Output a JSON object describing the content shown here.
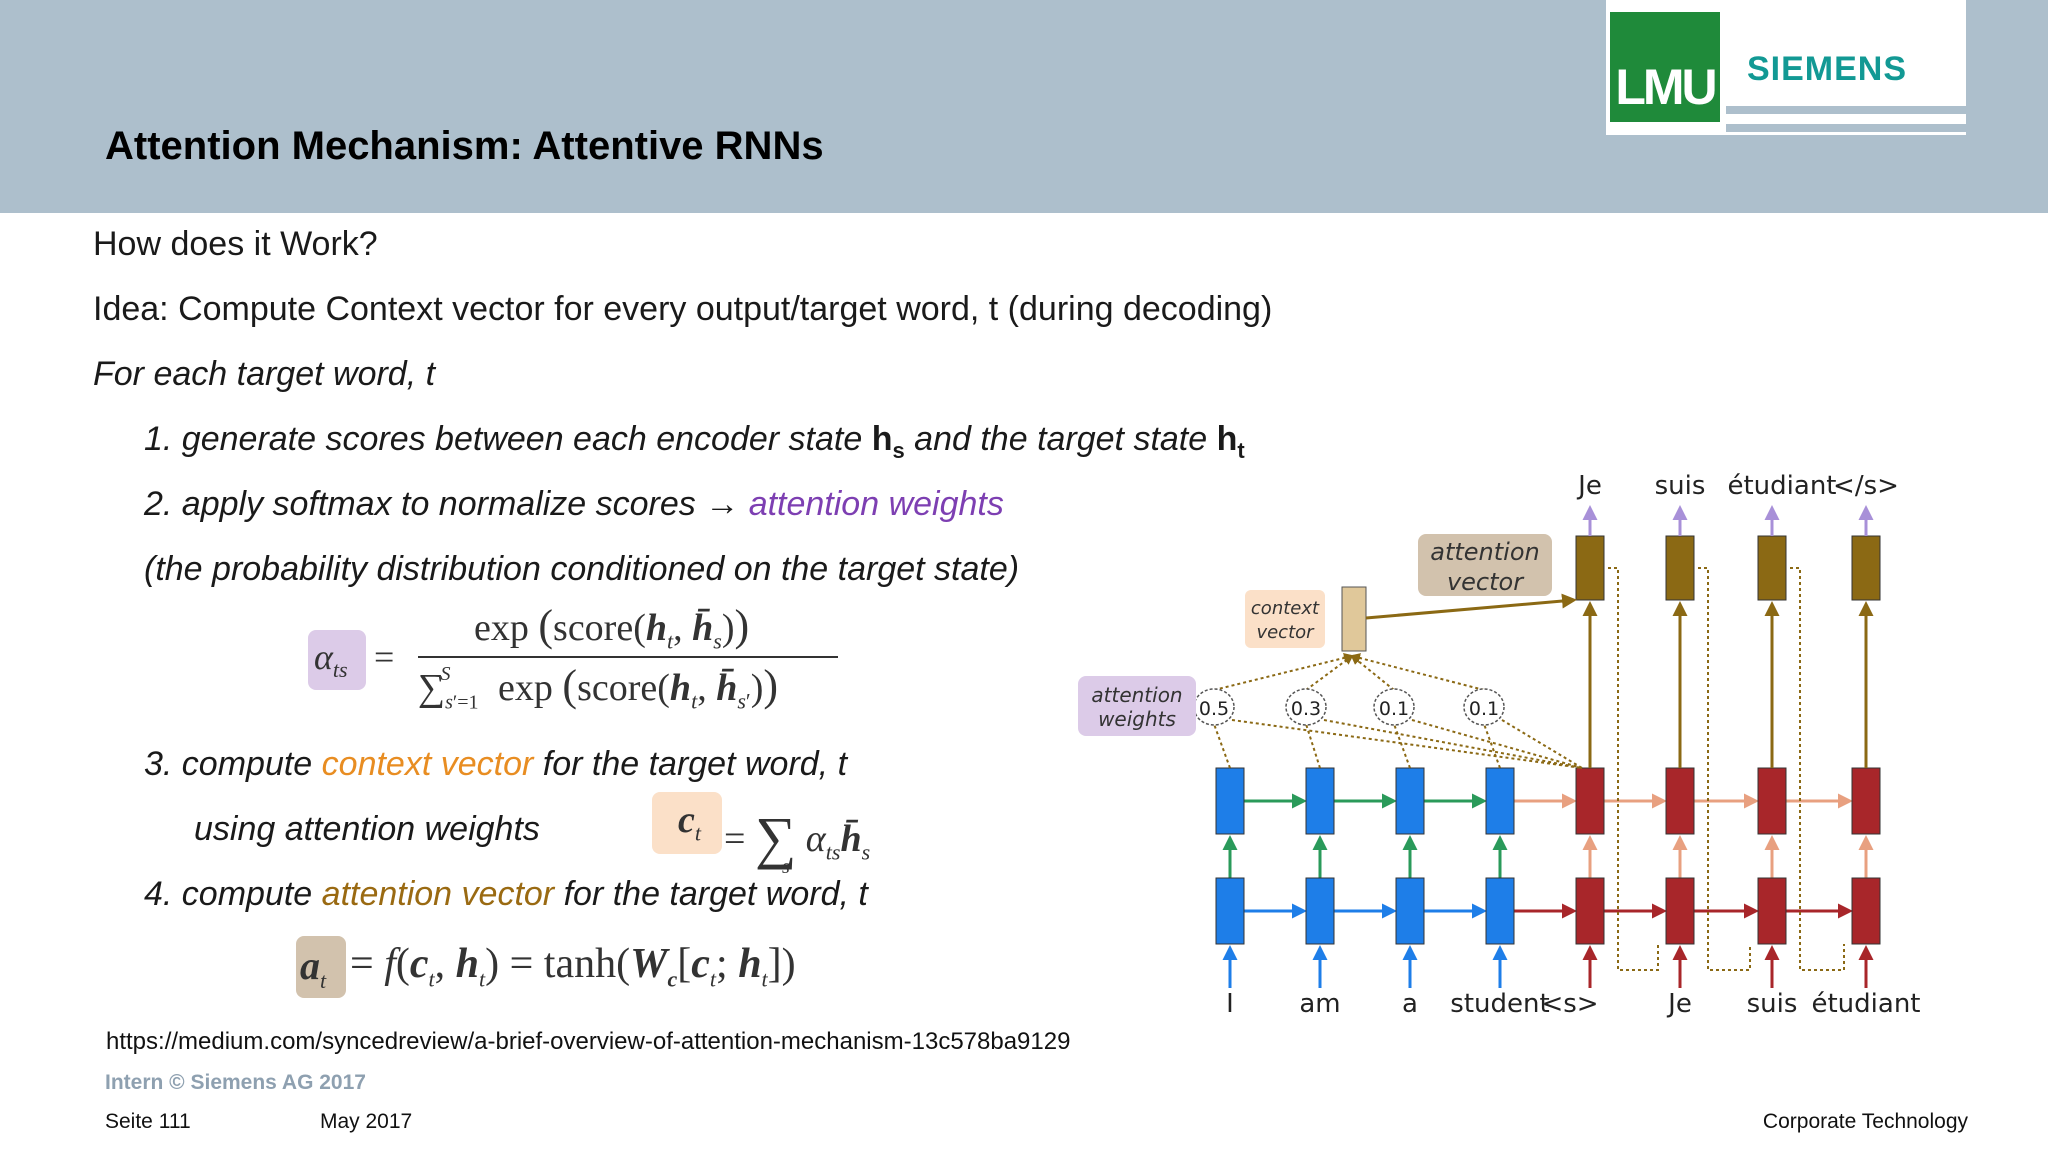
{
  "header": {
    "title": "Attention Mechanism: Attentive RNNs",
    "logo_lmu": "LMU",
    "logo_siemens": "SIEMENS"
  },
  "content": {
    "line1": "How does it Work?",
    "line2": "Idea: Compute Context vector for every output/target word, t (during decoding)",
    "line3": "For each target word, t",
    "step1_prefix": "1. generate scores between each encoder state ",
    "step1_hs": "h",
    "step1_hs_sub": "s",
    "step1_mid": " and the target state ",
    "step1_ht": "h",
    "step1_ht_sub": "t",
    "step2_prefix": "2. apply softmax to normalize scores ",
    "step2_arrow": "→",
    "step2_highlight": "attention weights",
    "step2_note": "(the probability distribution conditioned on the target state)",
    "step3_prefix": "3. compute ",
    "step3_highlight": "context vector",
    "step3_suffix": " for the target word, t",
    "step3_line2": "using attention weights",
    "step4_prefix": "4. compute ",
    "step4_highlight": "attention vector",
    "step4_suffix": " for the target word, t"
  },
  "diagram": {
    "source_words": [
      "I",
      "am",
      "a",
      "student",
      "<s>",
      "Je",
      "suis",
      "étudiant"
    ],
    "target_words": [
      "Je",
      "suis",
      "étudiant",
      "</s>"
    ],
    "attention_weights": [
      "0.5",
      "0.3",
      "0.1",
      "0.1"
    ],
    "label_attention_vector": [
      "attention",
      "vector"
    ],
    "label_context_vector": [
      "context",
      "vector"
    ],
    "label_attention_weights": [
      "attention",
      "weights"
    ],
    "colors": {
      "encoder": "#1e7ee8",
      "decoder": "#a8262a",
      "attention": "#8b6914",
      "context": "#e0c89a",
      "enc_arrow": "#2a9a5a",
      "dec_arrow": "#e8a080",
      "target_arrow": "#a890d8"
    }
  },
  "footer": {
    "url": "https://medium.com/syncedreview/a-brief-overview-of-attention-mechanism-13c578ba9129",
    "intern": "Intern © Siemens AG 2017",
    "page": "Seite 111",
    "date": "May 2017",
    "department": "Corporate Technology"
  }
}
